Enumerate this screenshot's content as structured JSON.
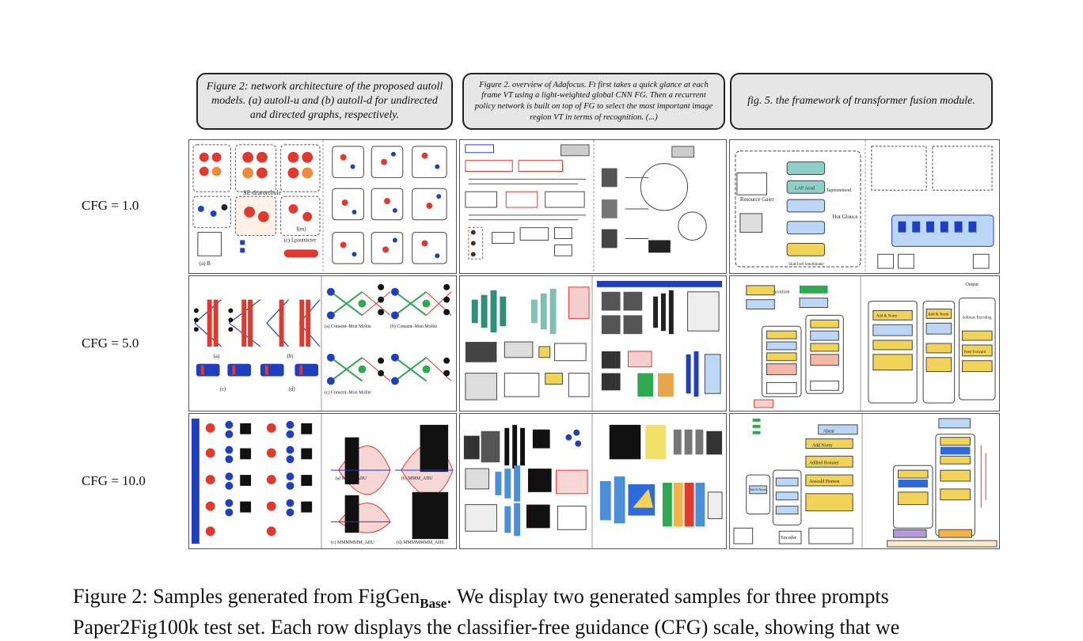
{
  "prompts": [
    "Figure 2: network architecture of the proposed autoll models. (a) autoll-u and (b) autoll-d for undirected and directed graphs, respectively.",
    "Figure 2. overview of Adafocus. Ft first takes a quick glance at each frame VT using a light-weighted global CNN FG. Then a recurrent policy network is built on top of FG to select the most important image region VT in terms of recognition. (...)",
    "fig. 5. the framework of transformer fusion module."
  ],
  "rows": [
    {
      "label": "CFG = 1.0"
    },
    {
      "label": "CFG = 5.0"
    },
    {
      "label": "CFG = 10.0"
    }
  ],
  "sample_text": {
    "r1c1": [
      "SE-drarorcbule",
      "(c) Lpostnicter",
      "(a) B",
      "f(m)"
    ],
    "r2c1": [
      "(a) Consent–Mon Molite",
      "(b) Consent–Mon Molite",
      "(c) Consent–Mon Molite",
      "(a)",
      "(b)",
      "(c)",
      "(d)"
    ],
    "r3c1": [
      "(a) MMM_AIIU",
      "(b) MMM_AIIU",
      "(c) MMMMMM_AIIU",
      "(d) MMMMMMM_AIIU"
    ],
    "r1c3": [
      "Resource Gaier",
      "LAF Acod",
      "Tapresteneod",
      "Hot Glouce",
      "Slud-Iced Smoltimater"
    ],
    "r2c3": [
      "Acortion",
      "Add & Norm",
      "Add & Norm",
      "Feed Forward",
      "Softmax Encoding",
      "Output"
    ],
    "r3c3": [
      "Ahear",
      "Add Norm",
      "Addied Romner",
      "Aososld Homon",
      "Add & Norm",
      "Encoder"
    ]
  },
  "caption": {
    "prefix": "Figure 2: Samples generated from FigGen",
    "subscript": "Base",
    "suffix": ". We display two generated samples for three prompts",
    "line2": "Paper2Fig100k test set. Each row displays the classifier-free guidance (CFG) scale, showing that we"
  },
  "colors": {
    "red": "#e03a2f",
    "blue": "#1f3fbf",
    "green": "#2fa84f",
    "yellow": "#f2d35a",
    "lightblue": "#bcd6f5",
    "teal": "#8fcfc8",
    "prompt_bg": "#e6e6e6"
  }
}
